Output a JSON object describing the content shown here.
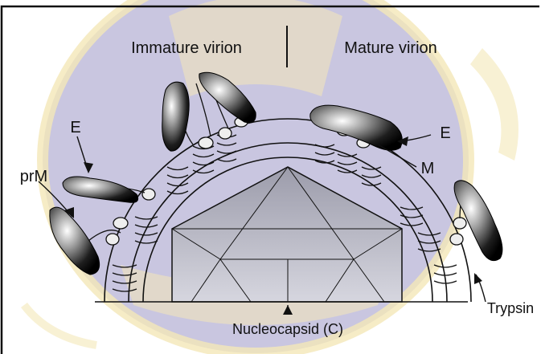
{
  "diagram": {
    "labels": {
      "immature": "Immature virion",
      "mature": "Mature virion",
      "e_left": "E",
      "e_right": "E",
      "prm": "prM",
      "m": "M",
      "trypsin": "Trypsin",
      "nucleocapsid": "Nucleocapsid (C)"
    }
  },
  "colors": {
    "frame": "#111111",
    "watermark_fill": "#c9c6e0",
    "watermark_gold": "#f4e7b8",
    "capsid": "#b7b7c6",
    "protein_dark": "#151515"
  }
}
